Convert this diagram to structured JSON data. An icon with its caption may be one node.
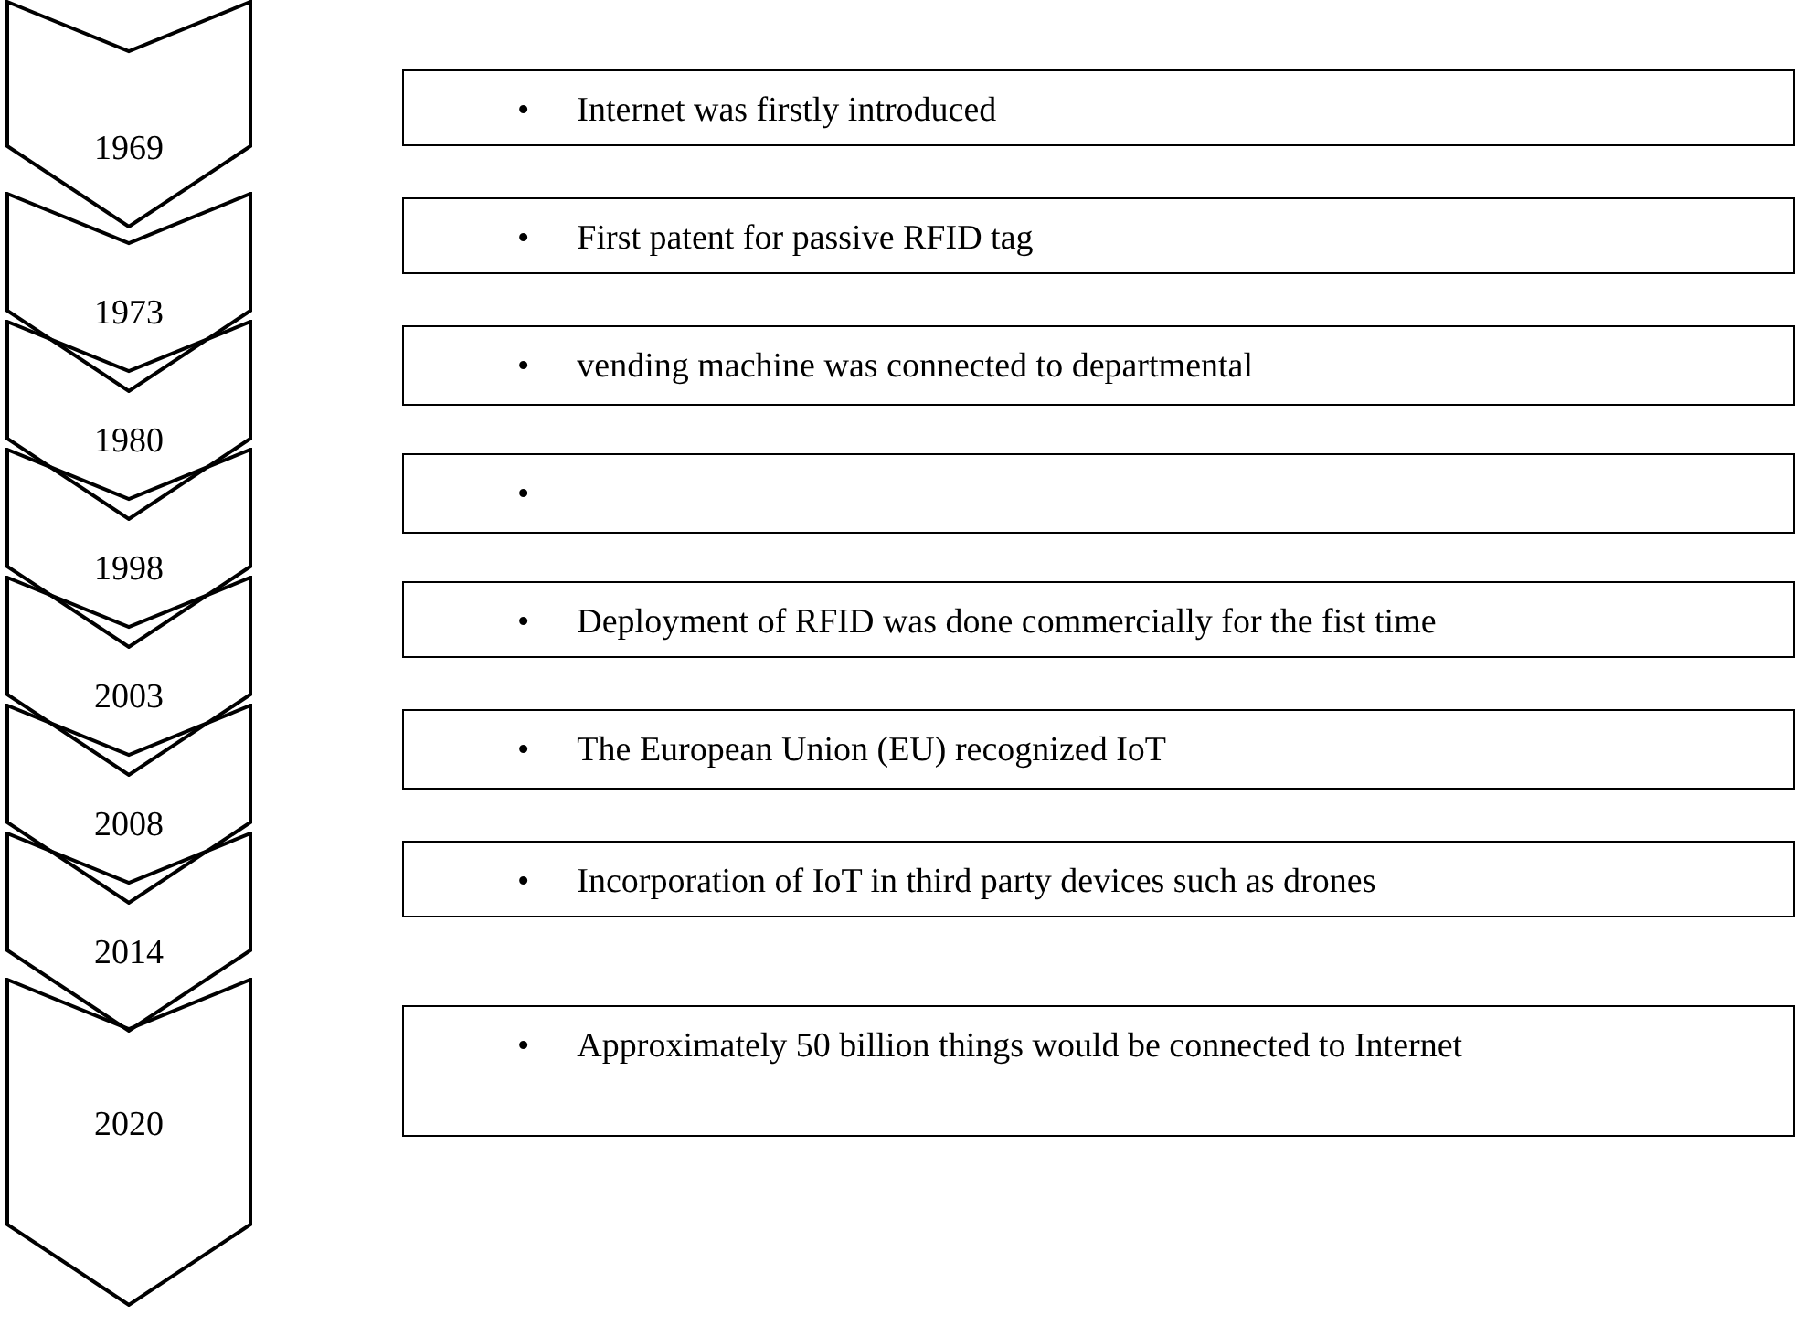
{
  "diagram": {
    "nodes": [
      {
        "text": [
          "1969"
        ]
      },
      {
        "text": [
          "•",
          "Internet was firstly introduced"
        ]
      },
      {
        "text": [
          "1973"
        ]
      },
      {
        "text": [
          "•",
          "First patent for passive RFID tag"
        ]
      },
      {
        "text": [
          "1980"
        ]
      },
      {
        "text": [
          "•",
          "vending machine was connected to departmental"
        ]
      },
      {
        "text": [
          "1998"
        ]
      },
      {
        "text": [
          "•"
        ]
      },
      {
        "text": [
          "2003"
        ]
      },
      {
        "text": [
          "•",
          "Deployment of RFID was done commercially for the fist time"
        ]
      },
      {
        "text": [
          "2008"
        ]
      },
      {
        "text": [
          "•",
          "The European Union (EU) recognized IoT"
        ]
      },
      {
        "text": [
          "2014"
        ]
      },
      {
        "text": [
          "•",
          "Incorporation of IoT in third party devices such as drones"
        ]
      },
      {
        "text": [
          "2020"
        ]
      },
      {
        "text": [
          "•",
          "Approximately 50 billion things would be connected to Internet"
        ]
      }
    ]
  }
}
